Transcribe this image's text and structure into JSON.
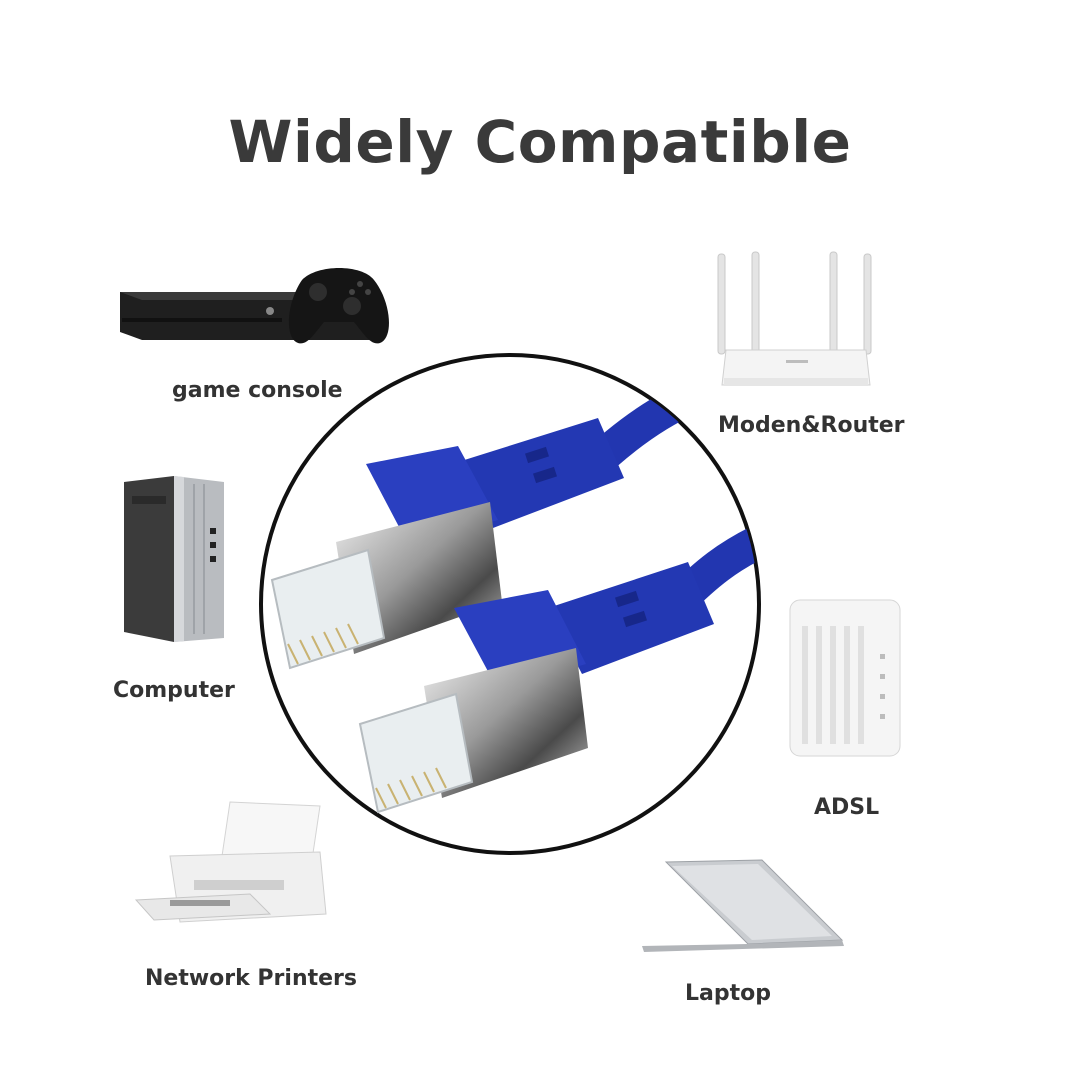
{
  "title": "Widely Compatible",
  "devices": {
    "game_console": "game console",
    "router": "Moden&Router",
    "computer": "Computer",
    "adsl": "ADSL",
    "printer": "Network Printers",
    "laptop": "Laptop"
  },
  "icons": {
    "cable": "ethernet-cable-icon",
    "game_console": "game-console-icon",
    "router": "router-icon",
    "computer": "computer-tower-icon",
    "adsl": "adsl-modem-icon",
    "printer": "printer-icon",
    "laptop": "laptop-icon"
  },
  "colors": {
    "cable_blue": "#2236b0",
    "title_gray": "#3a3a3a"
  }
}
